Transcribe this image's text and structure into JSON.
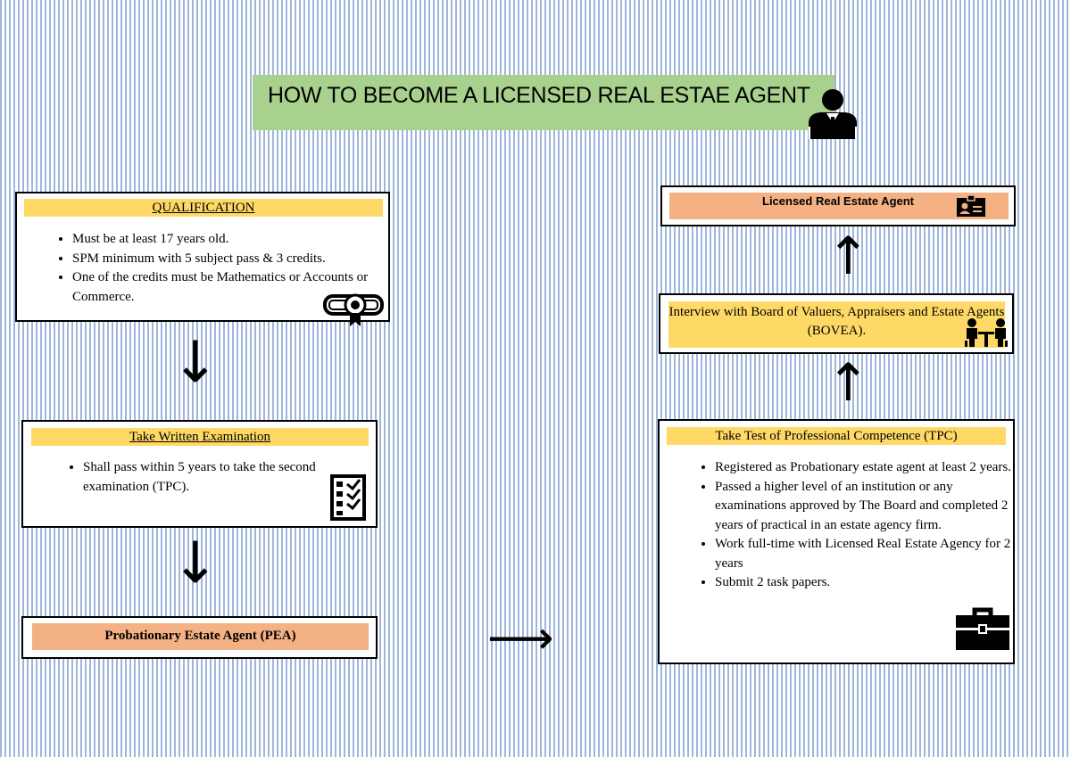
{
  "title": "HOW TO BECOME A LICENSED REAL ESTAE AGENT",
  "qualification": {
    "heading": "QUALIFICATION",
    "items": [
      "Must be at least 17 years old.",
      "SPM minimum with 5 subject pass & 3 credits.",
      "One of the credits must be Mathematics or Accounts or Commerce."
    ]
  },
  "written_exam": {
    "heading": "Take Written Examination",
    "items": [
      "Shall pass within 5 years to take the second examination (TPC)."
    ]
  },
  "pea": {
    "label": "Probationary Estate Agent (PEA)"
  },
  "tpc": {
    "heading": "Take Test of Professional Competence (TPC)",
    "items": [
      "Registered as Probationary estate agent at least 2 years.",
      "Passed a higher level of an institution or any examinations approved by The Board and completed 2 years of practical in an estate agency firm.",
      "Work full-time with Licensed  Real Estate Agency for 2 years",
      "Submit 2 task papers."
    ]
  },
  "interview": {
    "text": "Interview with Board of Valuers, Appraisers and Estate Agents (BOVEA)."
  },
  "licensed": {
    "label": "Licensed Real Estate Agent"
  },
  "colors": {
    "title_bg": "#a9d18e",
    "yellow": "#ffd966",
    "orange": "#f4b183",
    "stripe": "#9fb6dc"
  },
  "icons": [
    "businessman-icon",
    "certificate-icon",
    "checklist-icon",
    "briefcase-icon",
    "meeting-icon",
    "id-card-icon",
    "arrow-down-icon",
    "arrow-right-icon",
    "arrow-up-icon"
  ]
}
